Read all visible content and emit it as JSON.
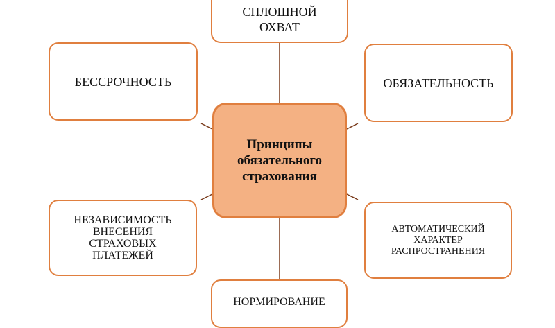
{
  "center": {
    "label": "Принципы обязательного страхования"
  },
  "nodes": {
    "top": {
      "label_line1": "СПЛОШНОЙ",
      "label_line2": "ОХВАТ"
    },
    "upper_left": {
      "label": "БЕССРОЧНОСТЬ"
    },
    "upper_right": {
      "label": "ОБЯЗАТЕЛЬНОСТЬ"
    },
    "lower_left": {
      "label": "НЕЗАВИСИМОСТЬ ВНЕСЕНИЯ СТРАХОВЫХ ПЛАТЕЖЕЙ"
    },
    "lower_right": {
      "label": "АВТОМАТИЧЕСКИЙ ХАРАКТЕР РАСПРОСТРАНЕНИЯ"
    },
    "bottom": {
      "label": "НОРМИРОВАНИЕ"
    }
  },
  "colors": {
    "border": "#e07f3f",
    "center_fill": "#f4b183",
    "connector": "#7a3b1c"
  }
}
